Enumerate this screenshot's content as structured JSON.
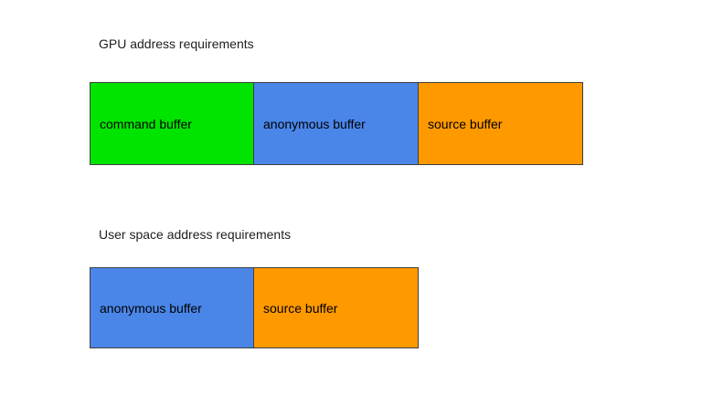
{
  "colors": {
    "green": "#00e400",
    "blue": "#4a86e8",
    "orange": "#ff9900",
    "box_border": "#3f3f3f",
    "title_text": "#1f1f1f",
    "label_text": "#000000",
    "background": "#ffffff"
  },
  "sections": [
    {
      "title": "GPU address requirements",
      "boxes": [
        {
          "label": "command buffer",
          "color": "#00e400"
        },
        {
          "label": "anonymous buffer",
          "color": "#4a86e8"
        },
        {
          "label": "source buffer",
          "color": "#ff9900"
        }
      ]
    },
    {
      "title": "User space address requirements",
      "boxes": [
        {
          "label": "anonymous buffer",
          "color": "#4a86e8"
        },
        {
          "label": "source buffer",
          "color": "#ff9900"
        }
      ]
    }
  ]
}
